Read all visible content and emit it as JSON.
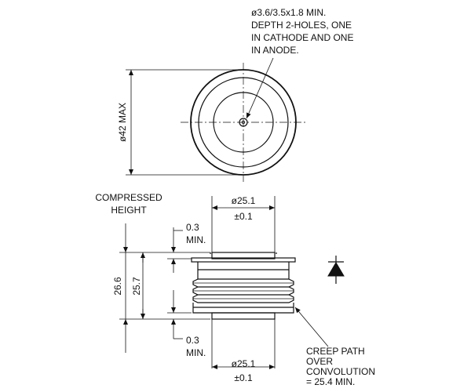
{
  "top_note": {
    "line1": "ø3.6/3.5x1.8 MIN.",
    "line2": "DEPTH 2-HOLES, ONE",
    "line3": "IN CATHODE AND ONE",
    "line4": "IN ANODE."
  },
  "dim_outer_diameter": "ø42 MAX",
  "compressed_label": {
    "line1": "COMPRESSED",
    "line2": "HEIGHT"
  },
  "pole_top": {
    "value": "ø25.1",
    "tol": "±0.1"
  },
  "pole_bottom": {
    "value": "ø25.1",
    "tol": "±0.1"
  },
  "gap_top": {
    "value": "0.3",
    "unit": "MIN."
  },
  "gap_bottom": {
    "value": "0.3",
    "unit": "MIN."
  },
  "height_outer": "26.6",
  "height_compressed": "25.7",
  "creep_note": {
    "line1": "CREEP PATH",
    "line2": "OVER",
    "line3": "CONVOLUTION",
    "line4": "= 25.4 MIN."
  },
  "symbol": "diode-symbol"
}
